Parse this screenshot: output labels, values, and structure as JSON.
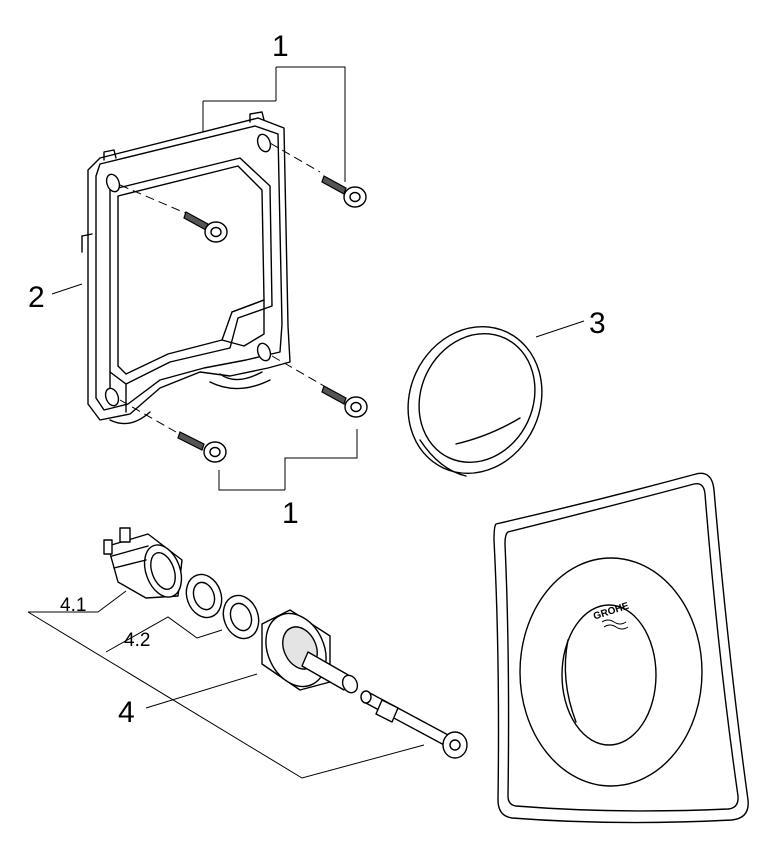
{
  "callouts": {
    "screws_top": "1",
    "screws_bottom": "1",
    "frame": "2",
    "ring": "3",
    "valve": "4",
    "valve_housing": "4.1",
    "valve_seals": "4.2"
  },
  "brand": "GROHE"
}
